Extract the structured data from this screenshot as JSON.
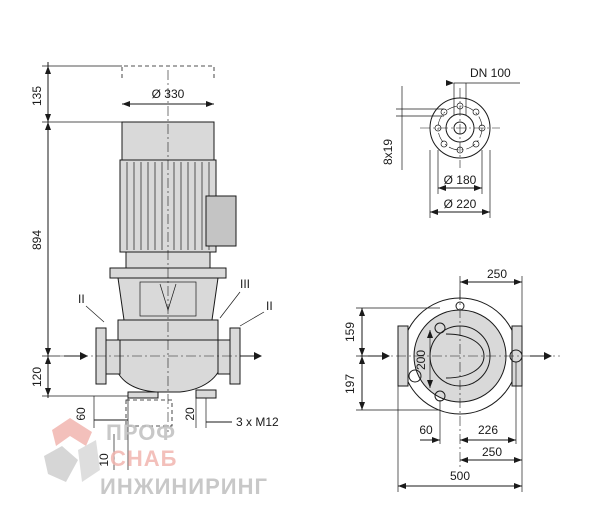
{
  "side_view": {
    "dims": {
      "top_clearance": "135",
      "total_height": "894",
      "bottom_height": "120",
      "motor_diameter": "Ø 330",
      "foot_60": "60",
      "foot_10": "10",
      "dim_20": "20",
      "bolt": "3 x M12"
    },
    "markers": {
      "left": "II",
      "right_3": "III",
      "right_2": "II"
    }
  },
  "flange_view": {
    "dn": "DN 100",
    "holes": "8x19",
    "bolt_circle": "Ø 180",
    "outer_diameter": "Ø 220"
  },
  "top_view": {
    "dims": {
      "top_250": "250",
      "upper_159": "159",
      "lower_197": "197",
      "center_200": "200",
      "left_60": "60",
      "mid_226": "226",
      "bottom_250": "250",
      "total_500": "500"
    }
  },
  "watermark": {
    "line1": "ПРОФ",
    "line2": "СНАБ",
    "line3": "ИНЖИНИРИНГ"
  },
  "colors": {
    "line": "#1a1a1a",
    "fill_light": "#d9d9d9",
    "fill_mid": "#c4c4c4",
    "watermark_gray": "#bfbfbf",
    "watermark_red": "#f2b6b0"
  }
}
